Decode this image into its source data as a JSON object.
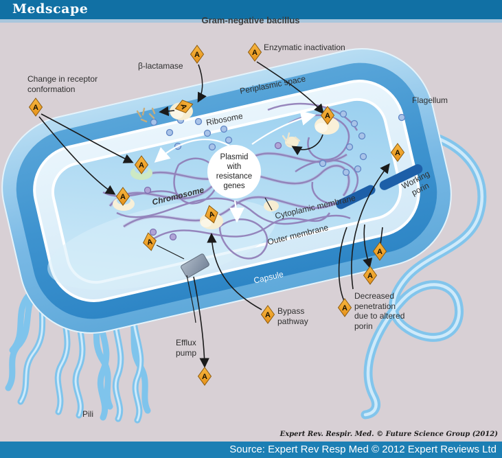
{
  "header": {
    "brand": "Medscape"
  },
  "title": "Gram-negative bacillus",
  "diagram": {
    "antibiotic_symbol": "A",
    "labels": {
      "enzymatic_inactivation": "Enzymatic inactivation",
      "beta_lactamase": "β-lactamase",
      "change_receptor": "Change in receptor conformation",
      "periplasmic_space": "Periplasmic space",
      "ribosome": "Ribosome",
      "flagellum": "Flagellum",
      "plasmid": "Plasmid with resistance genes",
      "chromosome": "Chromosome",
      "cytoplasmic_membrane": "Cytoplamic membrane",
      "working_porin": "Working porin",
      "outer_membrane": "Outer membrane",
      "capsule": "Capsule",
      "bypass_pathway": "Bypass pathway",
      "efflux_pump": "Efflux pump",
      "decreased_penetration": "Decreased penetration due to altered porin",
      "pili": "Pili"
    },
    "colors": {
      "header_bar": "#1170a4",
      "header_strip": "#a9c6dd",
      "background": "#d8d0d5",
      "source_bar": "#1c7fb4",
      "cell_capsule": "#5fa9da",
      "outer_membrane": "#2e86c6",
      "cytoplasm": "#9dd1f0",
      "chromosome_purple": "#8f7bb6",
      "porin_bar": "#1d5fa8",
      "antibiotic_diamond": "#f0a02a",
      "enzyme_cream": "#f6edd2",
      "receptor_green": "#cde9c4",
      "efflux_pump_gray": "#8794a6"
    }
  },
  "footer": {
    "credit": "Expert Rev. Respir. Med. © Future Science Group (2012)",
    "source": "Source: Expert Rev Resp Med © 2012 Expert Reviews Ltd"
  }
}
